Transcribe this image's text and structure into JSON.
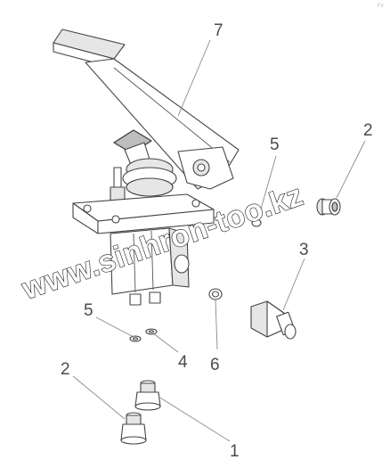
{
  "diagram": {
    "callouts": [
      {
        "id": "7",
        "label": "7"
      },
      {
        "id": "5",
        "label": "5"
      },
      {
        "id": "2",
        "label": "2"
      },
      {
        "id": "3",
        "label": "3"
      },
      {
        "id": "6",
        "label": "6"
      },
      {
        "id": "4",
        "label": "4"
      },
      {
        "id": "1",
        "label": "1"
      }
    ],
    "second_callouts": {
      "five": "5",
      "two": "2"
    },
    "watermark": "www.sinhron-too.kz",
    "corner_mark": "Fx"
  },
  "colors": {
    "line": "#444444",
    "leader": "#8a8a8a",
    "fill_light": "#e6e6e6",
    "fill_dark": "#bdbdbd"
  }
}
